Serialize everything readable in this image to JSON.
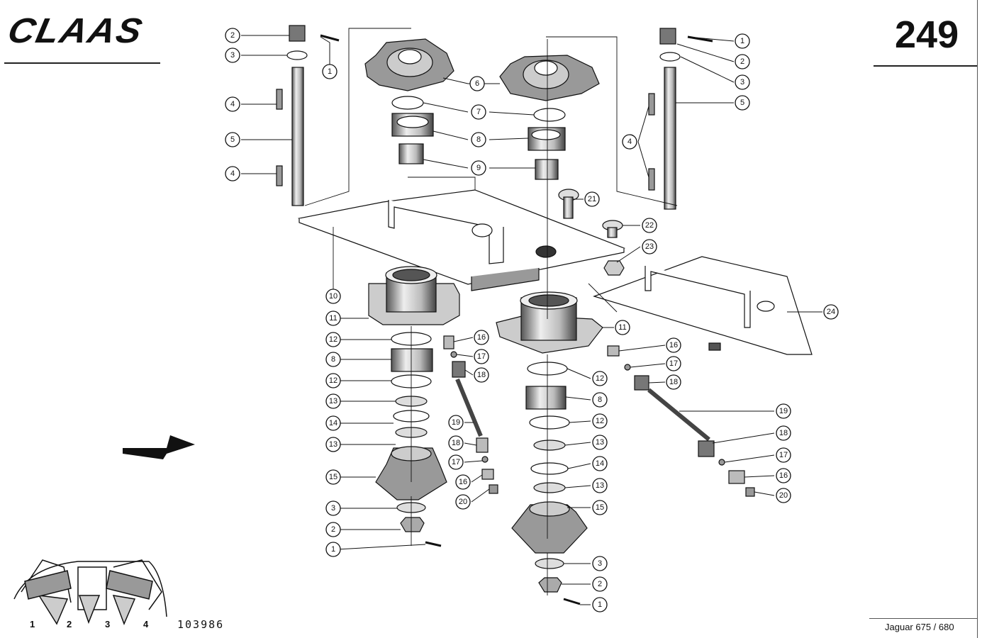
{
  "header": {
    "brand": "CLAAS",
    "page_number": "249"
  },
  "footer": {
    "drawing_number": "103986",
    "model": "Jaguar 675 / 680",
    "locator_labels": [
      "1",
      "2",
      "3",
      "4"
    ]
  },
  "callouts": [
    "1",
    "2",
    "3",
    "4",
    "5",
    "6",
    "7",
    "8",
    "9",
    "10",
    "11",
    "12",
    "13",
    "14",
    "15",
    "16",
    "17",
    "18",
    "19",
    "20",
    "21",
    "22",
    "23",
    "24"
  ]
}
